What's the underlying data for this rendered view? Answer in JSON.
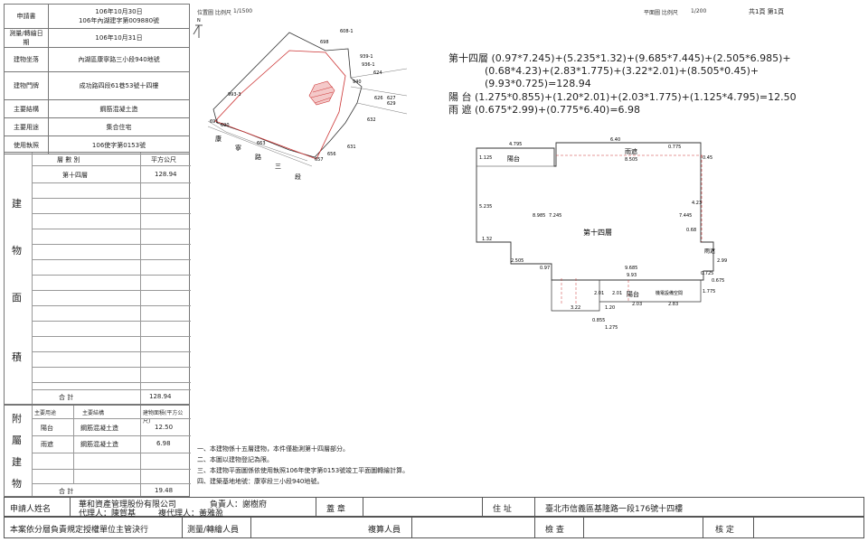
{
  "left_table": {
    "applicant_label": "申請書",
    "applicant_date": "106年10月30日",
    "applicant_no": "106年內湖建字第009880號",
    "survey_date_label": "測量/轉繪日期",
    "survey_date": "106年10月31日",
    "location_label": "建物坐落",
    "location": "內湖區康寧路三小段940地號",
    "door_label": "建物門牌",
    "door": "成功路四段61巷53號十四樓",
    "structure_label": "主要結構",
    "structure": "鋼筋混凝土造",
    "use_label": "主要用途",
    "use": "集合住宅",
    "license_label": "使用執照",
    "license": "106使字第0153號"
  },
  "area_table": {
    "vert_chars": [
      "建",
      "物",
      "面",
      "積"
    ],
    "col_floor": "層 數 別",
    "col_area": "平方公尺",
    "rows": [
      {
        "floor": "第十四層",
        "area": "128.94"
      }
    ],
    "total_label": "合 計",
    "total": "128.94"
  },
  "attached_table": {
    "vert_chars": [
      "附",
      "屬",
      "建",
      "物"
    ],
    "col_use": "主要用途",
    "col_struct": "主要結構",
    "col_area": "建物面積(平方公尺)",
    "rows": [
      {
        "use": "陽台",
        "struct": "鋼筋混凝土造",
        "area": "12.50"
      },
      {
        "use": "雨遮",
        "struct": "鋼筋混凝土造",
        "area": "6.98"
      }
    ],
    "total_label": "合 計",
    "total": "19.48"
  },
  "site_map": {
    "header_left": "位置圖 比例尺",
    "scale_left": "1/1500",
    "north": "N",
    "parcels": [
      "608-1",
      "698",
      "939-1",
      "936-1",
      "624",
      "940",
      "626",
      "627",
      "629",
      "632",
      "631",
      "656",
      "657",
      "663",
      "691",
      "690",
      "993-3"
    ],
    "road_chars": [
      "康",
      "寧",
      "路",
      "三",
      "段"
    ]
  },
  "plan": {
    "header": "平面圖 比例尺",
    "scale": "1/200",
    "page_info": "共1頁 第1頁",
    "formula_lines": [
      "第十四層 (0.97*7.245)+(5.235*1.32)+(9.685*7.445)+(2.505*6.985)+",
      "(0.68*4.23)+(2.83*1.775)+(3.22*2.01)+(8.505*0.45)+",
      "(9.93*0.725)=128.94",
      "陽  台 (1.275*0.855)+(1.20*2.01)+(2.03*1.775)+(1.125*4.795)=12.50",
      "雨  遮 (0.675*2.99)+(0.775*6.40)=6.98"
    ],
    "labels": {
      "balcony_top": "陽台",
      "rain_top": "雨遮",
      "main": "第十四層",
      "rain_right": "雨遮",
      "balcony_bottom": "陽台",
      "machine": "機電設備空間"
    },
    "dims": [
      "4.795",
      "6.40",
      "0.775",
      "8.505",
      "0.45",
      "1.125",
      "5.235",
      "8.985",
      "7.245",
      "7.445",
      "4.23",
      "0.68",
      "1.32",
      "2.505",
      "0.97",
      "9.685",
      "2.99",
      "9.93",
      "0.725",
      "0.675",
      "1.775",
      "2.01",
      "2.01",
      "1.20",
      "2.03",
      "2.83",
      "3.22",
      "0.855",
      "1.275"
    ]
  },
  "notes": [
    "一、本建物係十五層建物，本件僅勘測第十四層部分。",
    "二、本圖以建物登記為限。",
    "三、本建物平面圖係依使用執照106年使字第0153號竣工平面圖轉繪計算。",
    "四、建築基地地號：康寧段三小段940地號。"
  ],
  "footer": {
    "applicant_name_label": "申請人姓名",
    "company": "華和資產管理股份有限公司",
    "responsible": "負責人：謝樹府",
    "agent": "代理人：陳賀基",
    "sub_agent": "複代理人：黃雅盈",
    "seal_label": "蓋 章",
    "address_label": "住 址",
    "address": "臺北市信義區基隆路一段176號十四樓",
    "authority_text": "本案依分層負責規定授權單位主管決行",
    "surveyor_label": "測量/轉繪人員",
    "reviewer_label": "複算人員",
    "checker_label": "檢 查",
    "approver_label": "核 定"
  }
}
